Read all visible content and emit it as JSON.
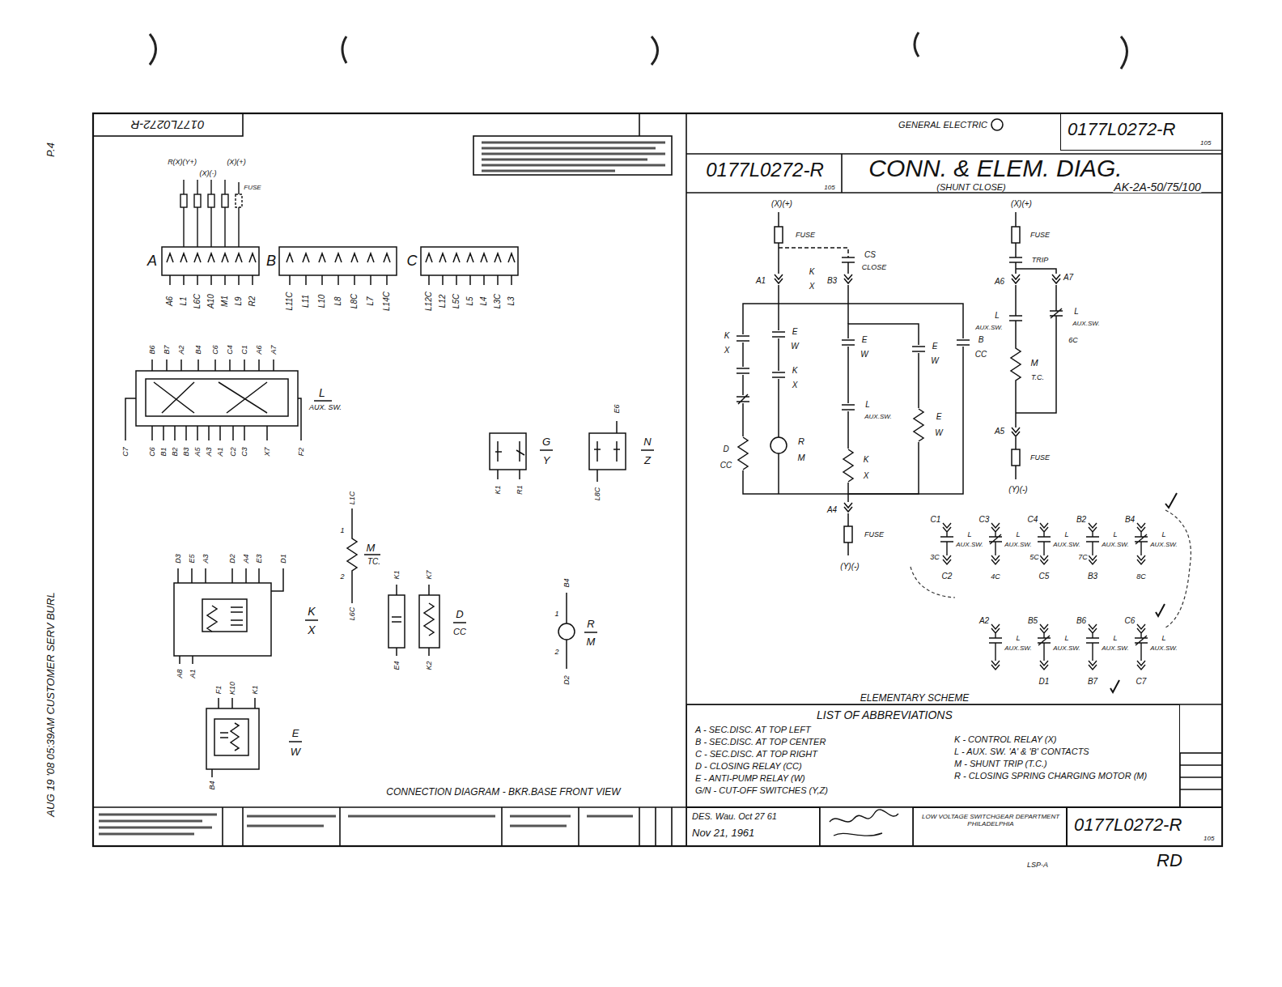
{
  "diagram": {
    "title": "CONN. & ELEM. DIAG.",
    "nodes": [
      {
        "text": [
          "0177L0272-R",
          "105"
        ]
      },
      {
        "text": [
          "LIST OF ABBREVIATIONS",
          "A - SEC.DISC. AT TOP LEFT",
          "B - SEC.DISC. AT TOP CENTER",
          "C - SEC.DISC. AT TOP RIGHT",
          "D - CLOSING RELAY (CC)",
          "E - ANTI-PUMP RELAY (W)",
          "G/N - CUT-OFF SWITCHES (Y,Z)",
          "K - CONTROL RELAY (X)",
          "L - AUX. SW. 'A' & 'B' CONTACTS",
          "M - SHUNT TRIP (T.C.)",
          "R - CLOSING SPRING CHARGING MOTOR (M)"
        ]
      },
      {
        "text": [
          "DES. Wau. Oct 27 61",
          "Nov 21, 1961"
        ]
      },
      {
        "text": [
          "LOW VOLTAGE SWITCHGEAR DEPARTMENT PHILADELPHIA"
        ]
      },
      {
        "text": [
          "0177L0272-R",
          "105"
        ]
      }
    ],
    "labels": [
      "0177L0272-R",
      "P.4",
      "AUG 19 '08 05:39AM CUSTOMER SERV BURL",
      "GENERAL ELECTRIC",
      "0177L0272-R",
      "105",
      "(SHUNT CLOSE)",
      "AK-2A-50/75/100",
      "R(X)(Y+)",
      "(X)(-)",
      "(X)(+)",
      "FUSE",
      "A",
      "B",
      "C",
      "A6",
      "L1",
      "L6C",
      "A10",
      "M1",
      "L9",
      "R2",
      "L11C",
      "L11",
      "L10",
      "L8",
      "L8C",
      "L7",
      "L14C",
      "L12C",
      "L12",
      "L5C",
      "L5",
      "L4",
      "L3C",
      "L3",
      "B6",
      "B7",
      "A2",
      "B4",
      "C6",
      "C4",
      "C1",
      "A6",
      "A7",
      "C7",
      "C6",
      "B1",
      "B2",
      "B3",
      "A5",
      "A3",
      "A1",
      "C2",
      "C3",
      "X7",
      "F2",
      "L",
      "AUX. SW.",
      "K1",
      "R1",
      "G",
      "Y",
      "E6",
      "L8C",
      "N",
      "Z",
      "L1C",
      "1",
      "2",
      "M",
      "TC.",
      "L6C",
      "D3",
      "E5",
      "A3",
      "D2",
      "A4",
      "E3",
      "D1",
      "A8",
      "A1",
      "K",
      "X",
      "K1",
      "K7",
      "E4",
      "K2",
      "D",
      "CC",
      "1",
      "2",
      "B4",
      "D2",
      "R",
      "M",
      "F1",
      "K10",
      "K1",
      "B4",
      "E",
      "W",
      "CONNECTION DIAGRAM - BKR.BASE FRONT VIEW",
      "(X)(+)",
      "FUSE",
      "CS",
      "CLOSE",
      "A1",
      "K",
      "X",
      "B3",
      "K",
      "X",
      "E",
      "W",
      "K",
      "X",
      "D",
      "CC",
      "R",
      "M",
      "E",
      "W",
      "L",
      "AUX.SW.",
      "K",
      "X",
      "E",
      "W",
      "E",
      "W",
      "B",
      "CC",
      "A4",
      "FUSE",
      "(Y)(-)",
      "(X)(+)",
      "FUSE",
      "TRIP",
      "A6",
      "A7",
      "L",
      "AUX.SW.",
      "L",
      "AUX.SW.",
      "6C",
      "M",
      "T.C.",
      "A5",
      "FUSE",
      "(Y)(-)",
      "C1",
      "C3",
      "C4",
      "B2",
      "B4",
      "L",
      "AUX.SW.",
      "L",
      "AUX.SW.",
      "L",
      "AUX.SW.",
      "L",
      "AUX.SW.",
      "L",
      "AUX.SW.",
      "3C",
      "C2",
      "4C",
      "5C",
      "C5",
      "7C",
      "B3",
      "8C",
      "A2",
      "B5",
      "B6",
      "C6",
      "L",
      "AUX.SW.",
      "L",
      "AUX.SW.",
      "L",
      "AUX.SW.",
      "L",
      "AUX.SW.",
      "D1",
      "B7",
      "C7",
      "ELEMENTARY SCHEME",
      "RD",
      "LSP-A"
    ]
  }
}
